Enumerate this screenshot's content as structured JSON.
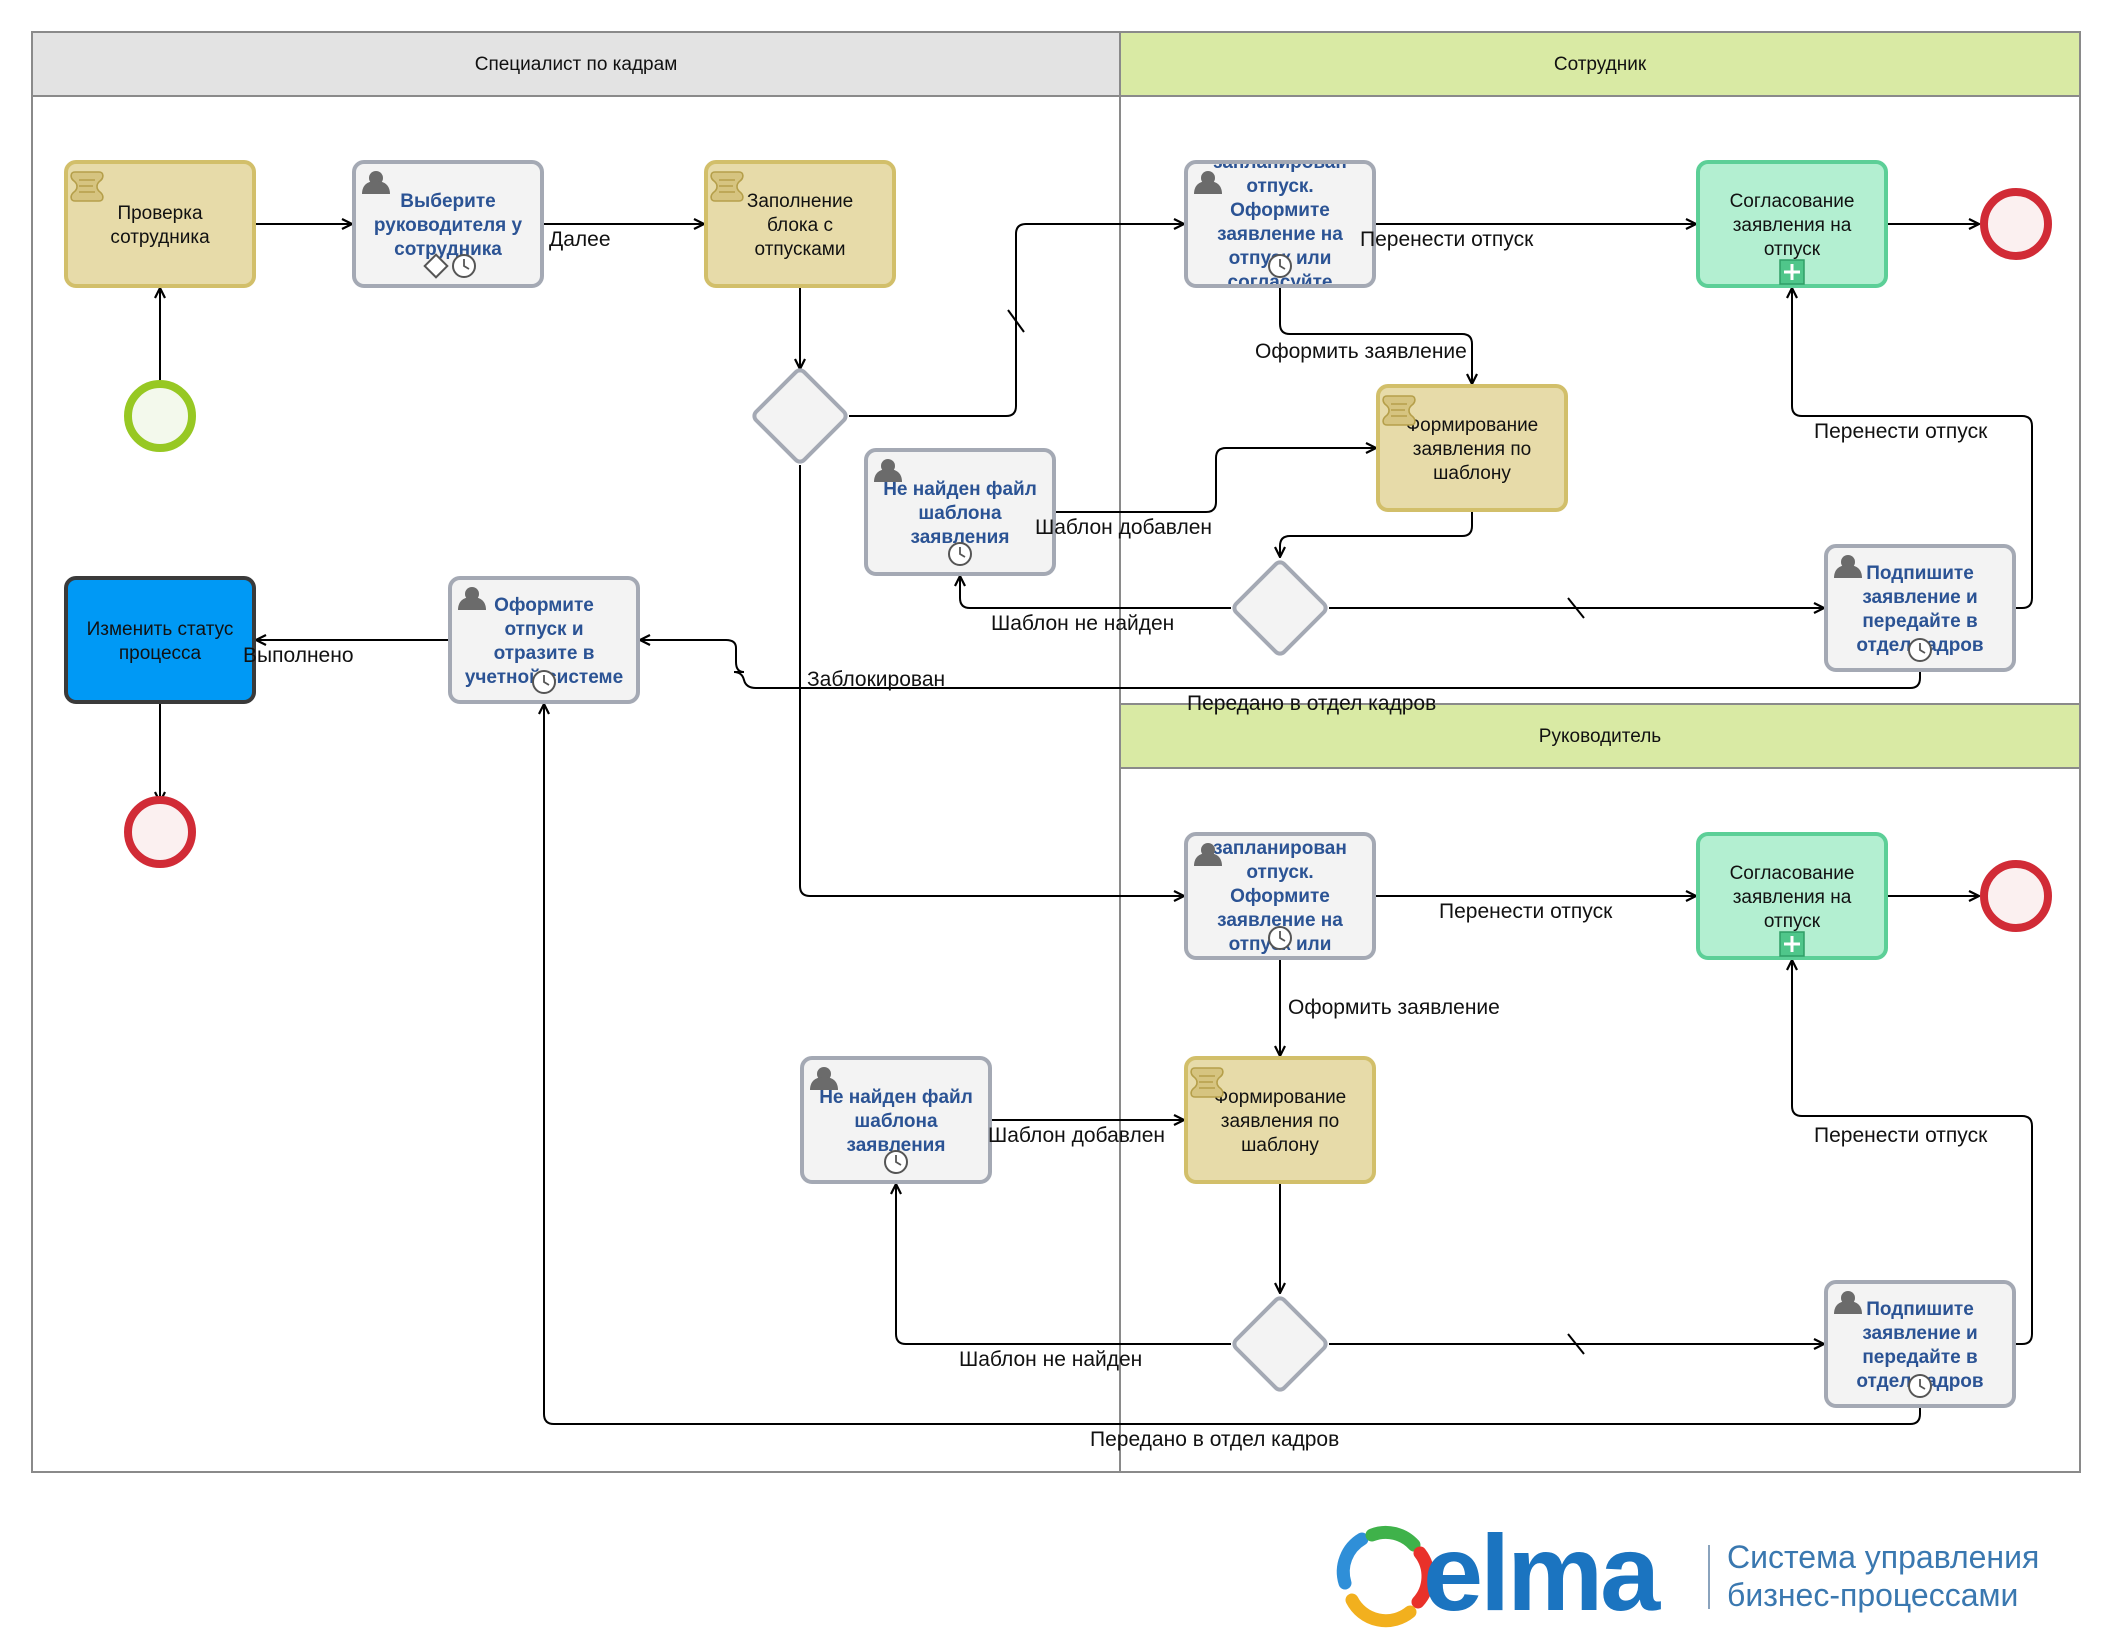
{
  "lanes": {
    "specialist": "Специалист по кадрам",
    "employee": "Сотрудник",
    "manager": "Руководитель"
  },
  "nodes": {
    "check_employee": {
      "lines": [
        "Проверка",
        "сотрудника"
      ]
    },
    "choose_manager": {
      "lines": [
        "Выберите",
        "руководителя у",
        "сотрудника"
      ]
    },
    "fill_vacation_block": {
      "lines": [
        "Заполнение",
        "блока с",
        "отпусками"
      ]
    },
    "change_status": {
      "lines": [
        "Изменить статус",
        "процесса"
      ]
    },
    "register_vacation": {
      "lines": [
        "Оформите",
        "отпуск и",
        "отразите в",
        "учетной системе"
      ]
    },
    "emp_planned": {
      "lines": [
        "запланирован",
        "отпуск.",
        "Оформите",
        "заявление на",
        "отпуск или",
        "согласуйте"
      ]
    },
    "emp_approval": {
      "lines": [
        "Согласование",
        "заявления на",
        "отпуск"
      ]
    },
    "emp_template_form": {
      "lines": [
        "Формирование",
        "заявления по",
        "шаблону"
      ]
    },
    "emp_template_missing": {
      "lines": [
        "Не найден файл",
        "шаблона",
        "заявления"
      ]
    },
    "emp_sign": {
      "lines": [
        "Подпишите",
        "заявление и",
        "передайте в",
        "отдел кадров"
      ]
    },
    "mgr_planned": {
      "lines": [
        "запланирован",
        "отпуск.",
        "Оформите",
        "заявление на",
        "отпуск или"
      ]
    },
    "mgr_approval": {
      "lines": [
        "Согласование",
        "заявления на",
        "отпуск"
      ]
    },
    "mgr_template_form": {
      "lines": [
        "Формирование",
        "заявления по",
        "шаблону"
      ]
    },
    "mgr_template_missing": {
      "lines": [
        "Не найден файл",
        "шаблона",
        "заявления"
      ]
    },
    "mgr_sign": {
      "lines": [
        "Подпишите",
        "заявление и",
        "передайте в",
        "отдел кадров"
      ]
    }
  },
  "flow_labels": {
    "next": "Далее",
    "done": "Выполнено",
    "blocked": "Заблокирован",
    "emp_postpone_top": "Перенести отпуск",
    "emp_make_request": "Оформить заявление",
    "emp_postpone_right": "Перенести отпуск",
    "emp_template_added": "Шаблон добавлен",
    "emp_template_not_found": "Шаблон не найден",
    "emp_sent_to_hr": "Передано в отдел кадров",
    "mgr_postpone_top": "Перенести отпуск",
    "mgr_make_request": "Оформить заявление",
    "mgr_template_added": "Шаблон добавлен",
    "mgr_postpone_right": "Перенести отпуск",
    "mgr_template_not_found": "Шаблон не найден",
    "mgr_sent_to_hr": "Передано в отдел кадров"
  },
  "logo": {
    "wordmark": "elma",
    "tagline_line1": "Система управления",
    "tagline_line2": "бизнес-процессами"
  },
  "colors": {
    "lane_header_gray": "#e3e3e3",
    "lane_header_green": "#d9eaa4",
    "script_task_fill": "#e7dba9",
    "script_task_stroke": "#d2bf6a",
    "user_task_fill": "#f3f3f3",
    "user_task_stroke": "#a4a9b4",
    "user_task_text": "#2b5394",
    "approval_fill": "#b3efd1",
    "approval_stroke": "#5ccf97",
    "status_task_fill": "#0099f5",
    "start_event": "#97c823",
    "end_event": "#d12b36",
    "gateway_fill": "#f3f3f3"
  }
}
